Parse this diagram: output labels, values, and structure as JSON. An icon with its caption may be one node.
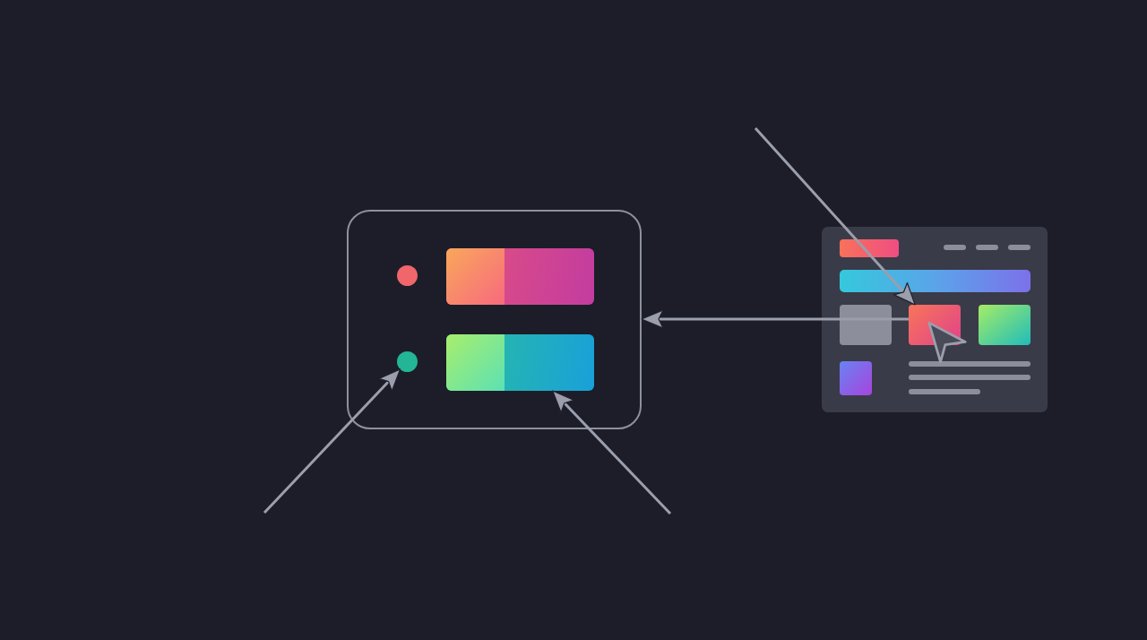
{
  "diagram": {
    "nodes": [
      {
        "text": [],
        "shape": "box"
      },
      {
        "text": [],
        "shape": "circle",
        "in": 0
      },
      {
        "text": [],
        "shape": "bar",
        "in": 0
      },
      {
        "text": [],
        "shape": "circle",
        "in": 0
      },
      {
        "text": [],
        "shape": "bar",
        "in": 0
      },
      {
        "text": [],
        "shape": "picture"
      },
      {
        "text": [],
        "shape": "box",
        "in": 5
      }
    ],
    "edges": [
      {
        "from": null,
        "to": 6,
        "arrow": "to"
      },
      {
        "from": 6,
        "to": 0,
        "arrow": "to"
      },
      {
        "from": null,
        "to": 3,
        "arrow": "to"
      },
      {
        "from": null,
        "to": 4,
        "arrow": "to"
      }
    ]
  }
}
